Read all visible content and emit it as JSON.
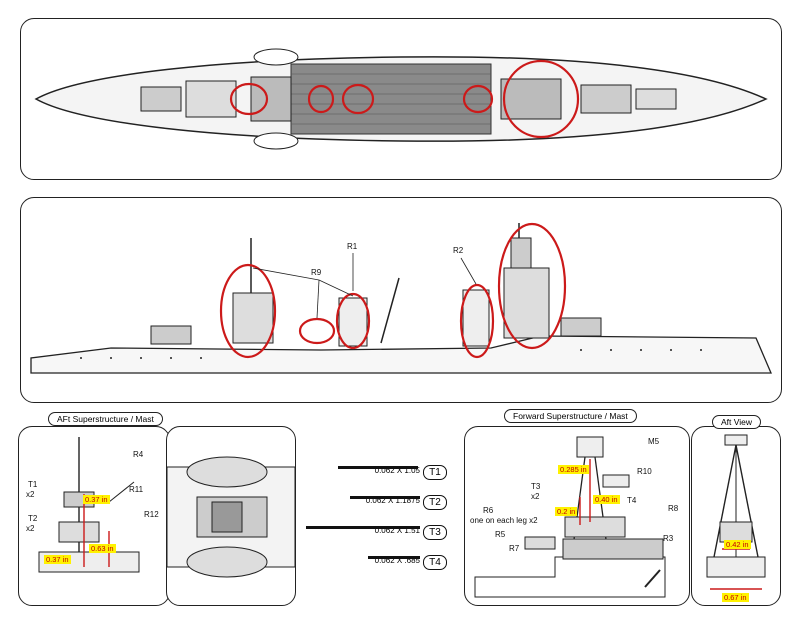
{
  "top_panel": {
    "description_icons": [
      "ship-plan-view"
    ]
  },
  "side_panel": {
    "labels": {
      "r1": "R1",
      "r2": "R2",
      "r9": "R9"
    }
  },
  "aft_panel": {
    "title": "AFt Superstructure / Mast",
    "labels": {
      "r4": "R4",
      "t1": "T1",
      "t1x": "x2",
      "r11": "R11",
      "t2": "T2",
      "t2x": "x2",
      "r12": "R12"
    },
    "measures": {
      "m1": "0.37 in",
      "m2": "0.37 in",
      "m3": "0.63 in"
    }
  },
  "strips": [
    {
      "text": "0.062 X 1.05",
      "code": "T1"
    },
    {
      "text": "0.062 X 1.1875",
      "code": "T2"
    },
    {
      "text": "0.062 X 1.51",
      "code": "T3"
    },
    {
      "text": "0.062 X .685",
      "code": "T4"
    }
  ],
  "forward_panel": {
    "title": "Forward Superstructure / Mast",
    "labels": {
      "m5": "M5",
      "r10": "R10",
      "t3": "T3",
      "t3x": "x2",
      "t4": "T4",
      "r6": "R6",
      "r6note": "one on each leg x2",
      "r8": "R8",
      "r5": "R5",
      "r7": "R7",
      "r3": "R3"
    },
    "measures": {
      "m1": "0.285 in",
      "m2": "0.40 in",
      "m3": "0.2 in"
    }
  },
  "aft_view_panel": {
    "title": "Aft View",
    "measures": {
      "m1": "0.42 in",
      "m2": "0.67 in"
    }
  },
  "colors": {
    "highlight": "#cc1a1a",
    "measure_bg": "#fff200",
    "ink": "#222222"
  }
}
